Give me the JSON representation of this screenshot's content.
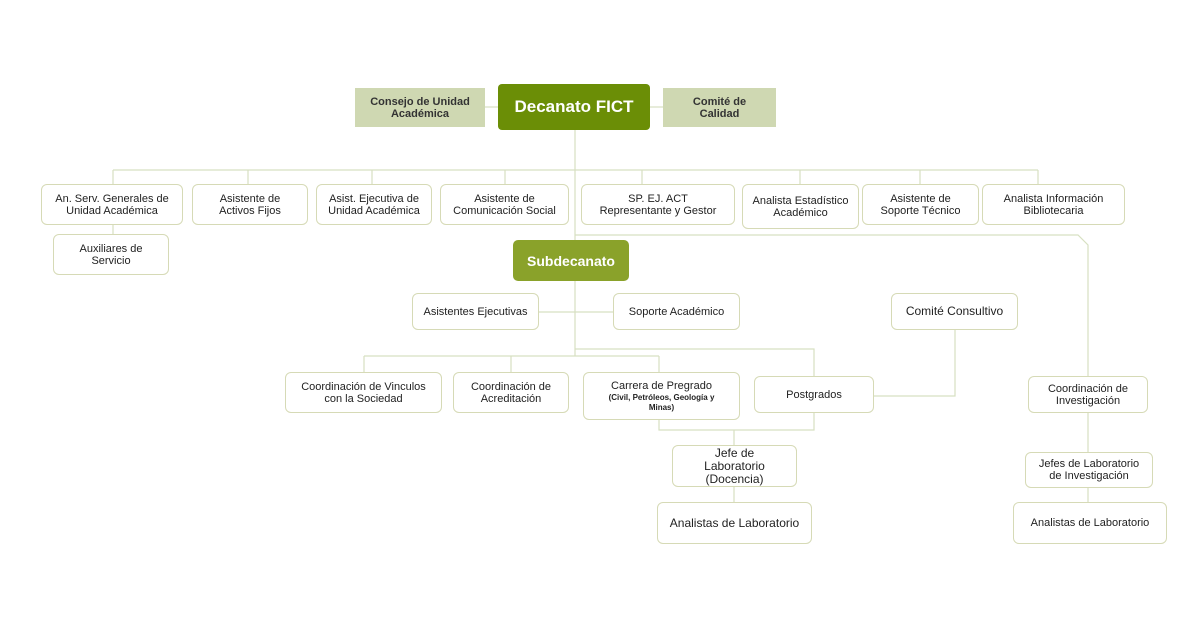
{
  "top": {
    "council": "Consejo de Unidad Académica",
    "dean": "Decanato FICT",
    "quality": "Comité de Calidad"
  },
  "row1": [
    "An. Serv. Generales de Unidad Académica",
    "Asistente de Activos Fijos",
    "Asist. Ejecutiva de Unidad Académica",
    "Asistente de Comunicación Social",
    "SP. EJ. ACT Representante y Gestor",
    "Analista Estadístico Académico",
    "Asistente de Soporte Técnico",
    "Analista Información Bibliotecaria"
  ],
  "aux": "Auxiliares de Servicio",
  "subdean": "Subdecanato",
  "exec_assistants": "Asistentes Ejecutivas",
  "academic_support": "Soporte Académico",
  "advisory": "Comité Consultivo",
  "row3": {
    "linkage": "Coordinación de Vinculos con la Sociedad",
    "accreditation": "Coordinación de Acreditación",
    "undergrad_title": "Carrera de Pregrado",
    "undergrad_detail": "(Civil, Petróleos, Geología y Minas)",
    "postgrad": "Postgrados",
    "research": "Coordinación de Investigación"
  },
  "lab_head_teaching": "Jefe de Laboratorio (Docencia)",
  "lab_analysts_left": "Analistas de Laboratorio",
  "lab_heads_research": "Jefes de Laboratorio de Investigación",
  "lab_analysts_right": "Analistas de Laboratorio"
}
